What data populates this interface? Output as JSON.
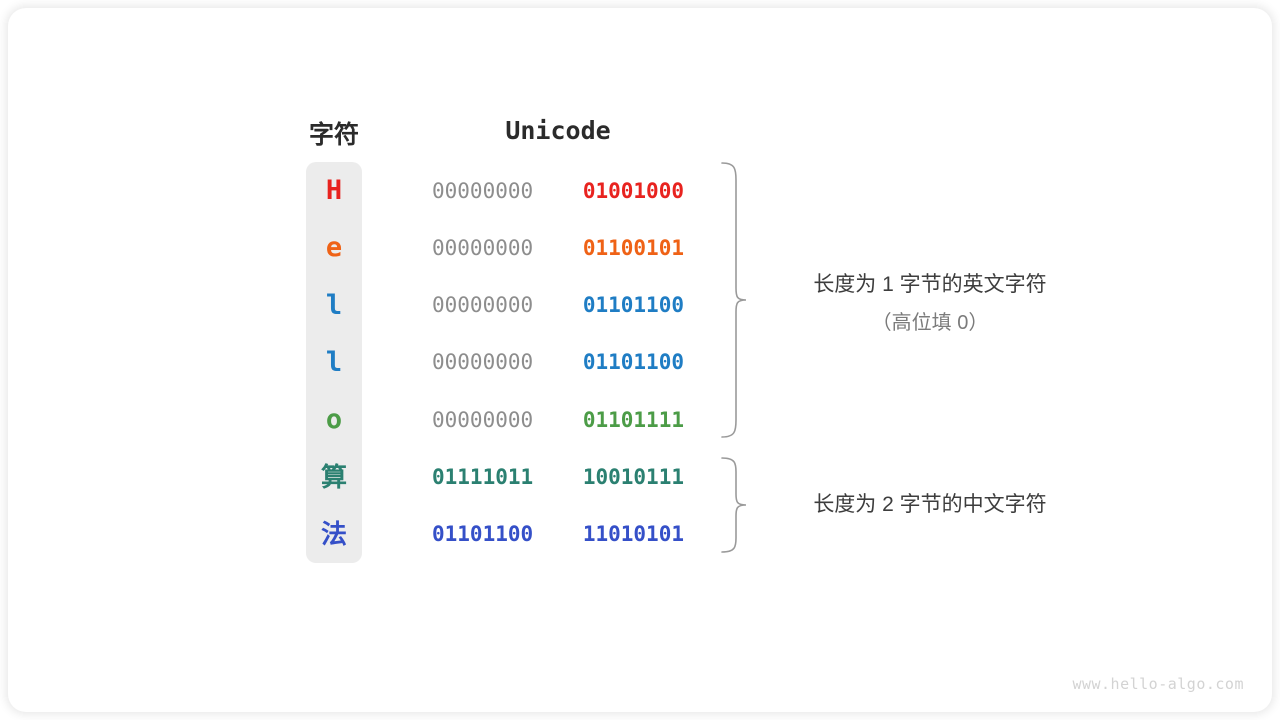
{
  "headers": {
    "character": "字符",
    "unicode": "Unicode"
  },
  "colors": {
    "column_background": "#ececec",
    "pad_byte": "#8d8d8d",
    "brace": "#9a9a9a",
    "annotation_text": "#3d3d3d",
    "annotation_subtext": "#7b7b7b",
    "watermark": "#d3d3d3",
    "card_background": "#ffffff"
  },
  "rows": [
    {
      "char": "H",
      "color": "#e8231f",
      "cjk": false,
      "high_byte": "00000000",
      "low_byte": "01001000",
      "high_is_pad": true
    },
    {
      "char": "e",
      "color": "#ef6216",
      "cjk": false,
      "high_byte": "00000000",
      "low_byte": "01100101",
      "high_is_pad": true
    },
    {
      "char": "l",
      "color": "#1f7dc4",
      "cjk": false,
      "high_byte": "00000000",
      "low_byte": "01101100",
      "high_is_pad": true
    },
    {
      "char": "l",
      "color": "#1f7dc4",
      "cjk": false,
      "high_byte": "00000000",
      "low_byte": "01101100",
      "high_is_pad": true
    },
    {
      "char": "o",
      "color": "#4c9c47",
      "cjk": false,
      "high_byte": "00000000",
      "low_byte": "01101111",
      "high_is_pad": true
    },
    {
      "char": "算",
      "color": "#2b8071",
      "cjk": true,
      "high_byte": "01111011",
      "low_byte": "10010111",
      "high_is_pad": false
    },
    {
      "char": "法",
      "color": "#3550c8",
      "cjk": true,
      "high_byte": "01101100",
      "low_byte": "11010101",
      "high_is_pad": false
    }
  ],
  "annotations": {
    "one_byte": {
      "main": "长度为 1 字节的英文字符",
      "sub": "（高位填 0）"
    },
    "two_byte": {
      "main": "长度为 2 字节的中文字符"
    }
  },
  "watermark": "www.hello-algo.com"
}
